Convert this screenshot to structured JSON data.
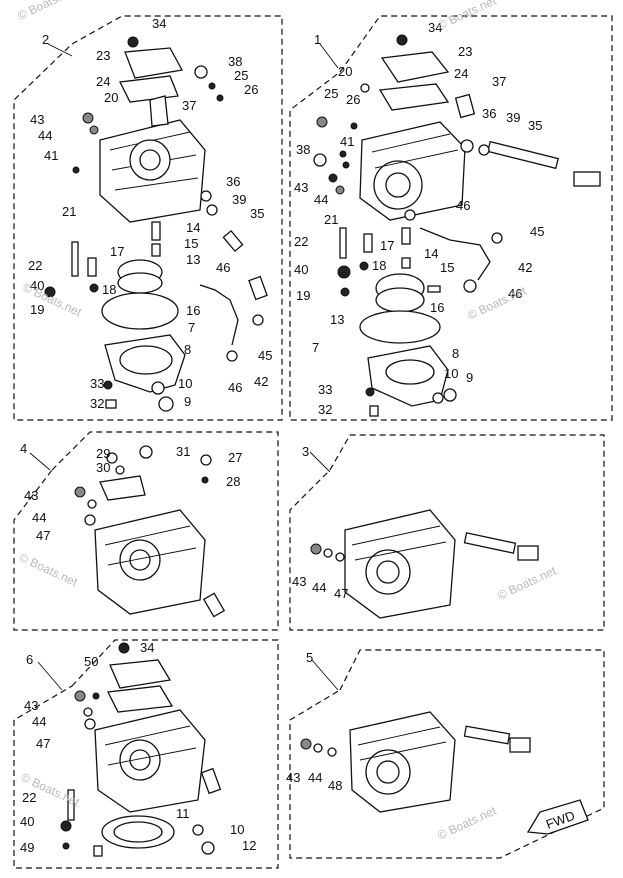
{
  "watermark": "© Boats.net",
  "fwd_label": "FWD",
  "assemblies": [
    {
      "id": "2",
      "labels": [
        "34",
        "23",
        "24",
        "38",
        "25",
        "26",
        "20",
        "37",
        "43",
        "44",
        "41",
        "21",
        "36",
        "39",
        "35",
        "14",
        "15",
        "22",
        "17",
        "13",
        "46",
        "18",
        "7",
        "16",
        "8",
        "45",
        "33",
        "10",
        "46",
        "42",
        "32",
        "9",
        "19",
        "40"
      ]
    },
    {
      "id": "1",
      "labels": [
        "34",
        "23",
        "20",
        "24",
        "37",
        "25",
        "26",
        "36",
        "39",
        "35",
        "41",
        "38",
        "43",
        "44",
        "21",
        "46",
        "22",
        "17",
        "45",
        "14",
        "40",
        "18",
        "15",
        "42",
        "19",
        "46",
        "13",
        "16",
        "7",
        "8",
        "33",
        "10",
        "9",
        "32"
      ]
    },
    {
      "id": "4",
      "labels": [
        "29",
        "31",
        "30",
        "27",
        "28",
        "43",
        "44",
        "47"
      ]
    },
    {
      "id": "3",
      "labels": [
        "43",
        "44",
        "47"
      ]
    },
    {
      "id": "6",
      "labels": [
        "34",
        "50",
        "43",
        "44",
        "47",
        "22",
        "40",
        "49",
        "11",
        "10",
        "12"
      ]
    },
    {
      "id": "5",
      "labels": [
        "43",
        "44",
        "48"
      ]
    }
  ]
}
